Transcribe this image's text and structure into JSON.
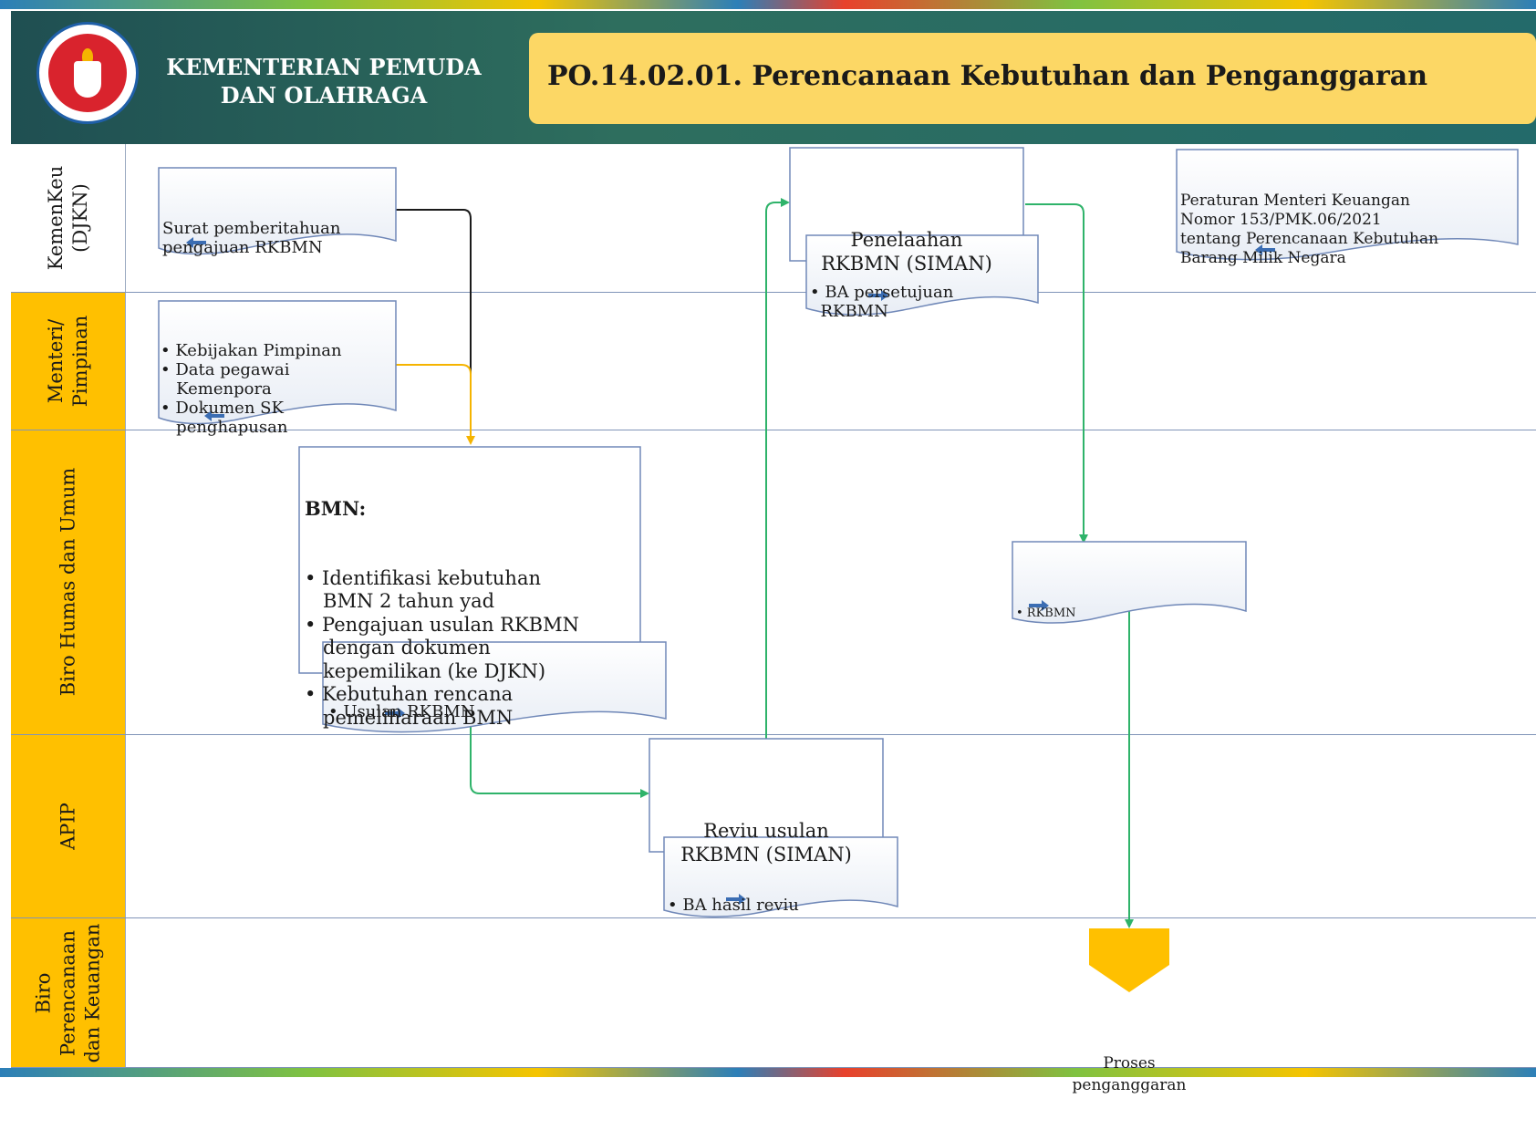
{
  "header": {
    "org_name_line1": "KEMENTERIAN PEMUDA",
    "org_name_line2": "DAN OLAHRAGA",
    "title": "PO.14.02.01.  Perencanaan  Kebutuhan  dan  Penganggaran"
  },
  "lanes": [
    {
      "label_lines": [
        "KemenKeu",
        "(DJKN)"
      ]
    },
    {
      "label_lines": [
        "Menteri/",
        "Pimpinan"
      ]
    },
    {
      "label_lines": [
        "Biro Humas dan Umum"
      ]
    },
    {
      "label_lines": [
        "APIP"
      ]
    },
    {
      "label_lines": [
        "Biro",
        "Perencanaan",
        "dan Keuangan"
      ]
    }
  ],
  "nodes": {
    "surat": {
      "lines": [
        "Surat pemberitahuan",
        "pengajuan RKBMN"
      ]
    },
    "kebijakan": {
      "lines": [
        "• Kebijakan Pimpinan",
        "• Data pegawai",
        "   Kemenpora",
        "• Dokumen SK",
        "   penghapusan"
      ]
    },
    "penelaahan": {
      "lines": [
        "Penelaahan",
        "RKBMN (SIMAN)"
      ]
    },
    "ba_persetujuan": {
      "lines": [
        "• BA persetujuan",
        "  RKBMN"
      ]
    },
    "peraturan": {
      "lines": [
        "Peraturan Menteri Keuangan",
        "Nomor 153/PMK.06/2021",
        "tentang Perencanaan Kebutuhan",
        "Barang Milik Negara"
      ]
    },
    "bmn": {
      "heading": "BMN:",
      "lines": [
        "• Identifikasi kebutuhan",
        "   BMN 2 tahun yad",
        "• Pengajuan usulan RKBMN",
        "   dengan dokumen",
        "   kepemilikan (ke DJKN)",
        "• Kebutuhan rencana",
        "   pemeliharaan BMN"
      ]
    },
    "usulan": {
      "lines": [
        "• Usulan RKBMN"
      ]
    },
    "rkbmn": {
      "lines": [
        "• RKBMN"
      ]
    },
    "reviu": {
      "lines": [
        "Reviu usulan",
        "RKBMN (SIMAN)"
      ]
    },
    "ba_reviu": {
      "lines": [
        "• BA hasil reviu"
      ]
    },
    "proses": {
      "lines": [
        "Proses",
        "penganggaran"
      ]
    }
  },
  "colors": {
    "header_bg": "#1f4f52",
    "title_bg": "#fcd765",
    "lane_accent": "#ffc000",
    "arrow_green": "#2fb36a",
    "arrow_yellow": "#f5b400",
    "arrow_black": "#1a1a1a",
    "doc_icon": "#3b6db3",
    "terminator": "#ffc000"
  }
}
